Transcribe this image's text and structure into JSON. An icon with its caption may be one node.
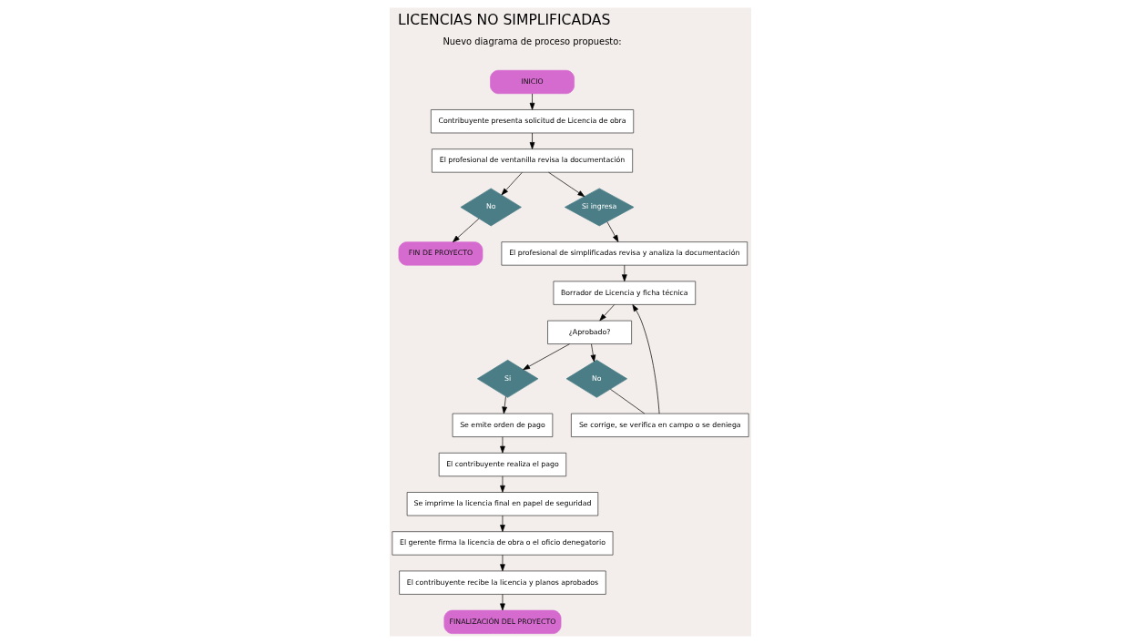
{
  "diagram": {
    "title": "LICENCIAS NO SIMPLIFICADAS",
    "nodes": [
      {
        "text": [
          "INICIO"
        ]
      },
      {
        "text": [
          "Contribuyente presenta solicitud de Licencia de obra"
        ]
      },
      {
        "text": [
          "El profesional de ventanilla revisa la documentación"
        ]
      },
      {
        "text": [
          "No"
        ]
      },
      {
        "text": [
          "Si ingresa"
        ]
      },
      {
        "text": [
          "FIN DE PROYECTO"
        ]
      },
      {
        "text": [
          "El profesional de simplificadas revisa y analiza la documentación"
        ]
      },
      {
        "text": [
          "Borrador de Licencia y ficha técnica"
        ]
      },
      {
        "text": [
          "¿Aprobado?"
        ]
      },
      {
        "text": [
          "Se corrige, se verifica en campo o se deniega"
        ]
      },
      {
        "text": [
          "No"
        ]
      },
      {
        "text": [
          "Si"
        ]
      },
      {
        "text": [
          "Se emite orden de pago"
        ]
      },
      {
        "text": [
          "El contribuyente realiza el pago"
        ]
      },
      {
        "text": [
          "Se imprime la licencia final en papel de seguridad"
        ]
      },
      {
        "text": [
          "El gerente firma la licencia de obra o el oficio denegatorio"
        ]
      },
      {
        "text": [
          "El contribuyente recibe la licencia y planos aprobados"
        ]
      },
      {
        "text": [
          "FINALIZACIÓN DEL PROYECTO"
        ]
      }
    ],
    "edges": [
      {
        "from": 0,
        "to": 1,
        "arrow": "to"
      },
      {
        "from": 1,
        "to": 2,
        "arrow": "to"
      },
      {
        "from": 2,
        "to": 3,
        "arrow": "to"
      },
      {
        "from": 2,
        "to": 4,
        "arrow": "to"
      },
      {
        "from": 3,
        "to": 5,
        "arrow": "to"
      },
      {
        "from": 4,
        "to": 6,
        "arrow": "to"
      },
      {
        "from": 6,
        "to": 7,
        "arrow": "to"
      },
      {
        "from": 7,
        "to": 8,
        "arrow": "to"
      },
      {
        "from": 8,
        "to": 10,
        "arrow": "to"
      },
      {
        "from": 8,
        "to": 11,
        "arrow": "to"
      },
      {
        "from": 10,
        "to": 9,
        "arrow": "none"
      },
      {
        "from": 9,
        "to": 7,
        "arrow": "to"
      },
      {
        "from": 11,
        "to": 12,
        "arrow": "to"
      },
      {
        "from": 12,
        "to": 13,
        "arrow": "to"
      },
      {
        "from": 13,
        "to": 14,
        "arrow": "to"
      },
      {
        "from": 14,
        "to": 15,
        "arrow": "to"
      },
      {
        "from": 15,
        "to": 16,
        "arrow": "to"
      },
      {
        "from": 16,
        "to": 17,
        "arrow": "to"
      }
    ],
    "labels": [
      "Nuevo diagrama de proceso propuesto:"
    ]
  }
}
